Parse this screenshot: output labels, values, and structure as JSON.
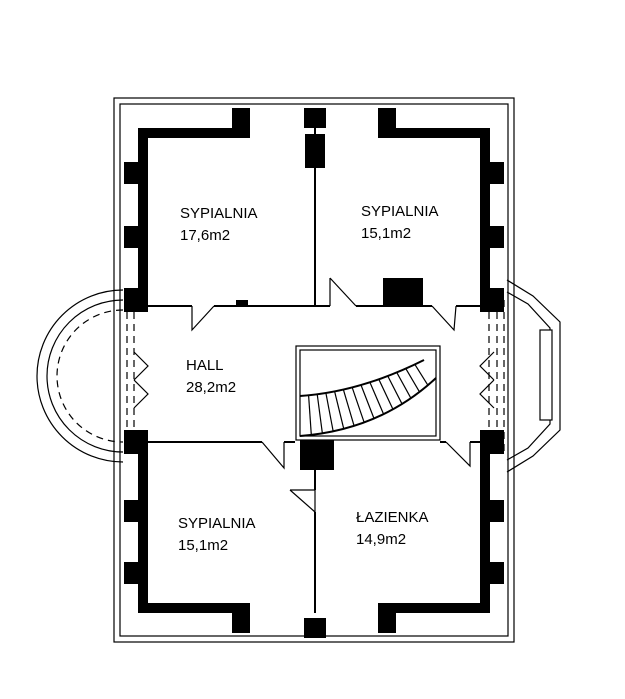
{
  "rooms": [
    {
      "id": "bedroom-1",
      "name": "SYPIALNIA",
      "area": "17,6m2"
    },
    {
      "id": "bedroom-2",
      "name": "SYPIALNIA",
      "area": "15,1m2"
    },
    {
      "id": "hall",
      "name": "HALL",
      "area": "28,2m2"
    },
    {
      "id": "bedroom-3",
      "name": "SYPIALNIA",
      "area": "15,1m2"
    },
    {
      "id": "bathroom",
      "name": "ŁAZIENKA",
      "area": "14,9m2"
    }
  ],
  "colors": {
    "wall": "#000000",
    "background": "#ffffff"
  }
}
